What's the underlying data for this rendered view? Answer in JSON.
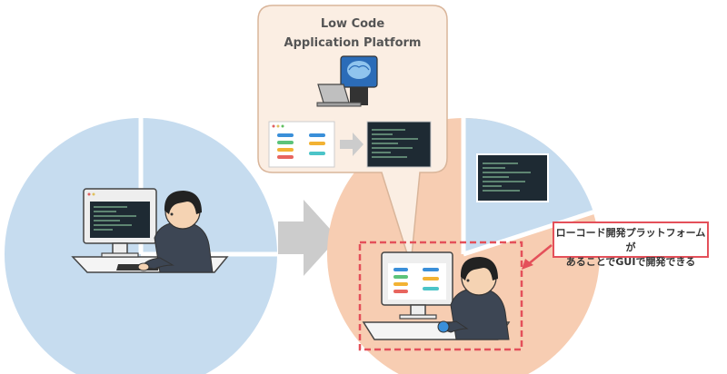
{
  "callout": {
    "title_line1": "Low Code",
    "title_line2": "Application Platform"
  },
  "annotation": {
    "line1": "ローコード開発プラットフォームが",
    "line2": "あることでGUIで開発できる"
  },
  "colors": {
    "pie_blue": "#c6dcef",
    "pie_orange": "#f7cdb2",
    "callout_fill": "#fbeee3",
    "callout_border": "#d9b59a",
    "arrow_gray": "#cccccc",
    "highlight_red": "#e4505a",
    "code_screen": "#1e2a33"
  },
  "icons": [
    "developer-icon",
    "ai-robot-icon",
    "laptop-icon",
    "gui-builder-icon",
    "code-editor-icon",
    "arrow-right-icon"
  ]
}
